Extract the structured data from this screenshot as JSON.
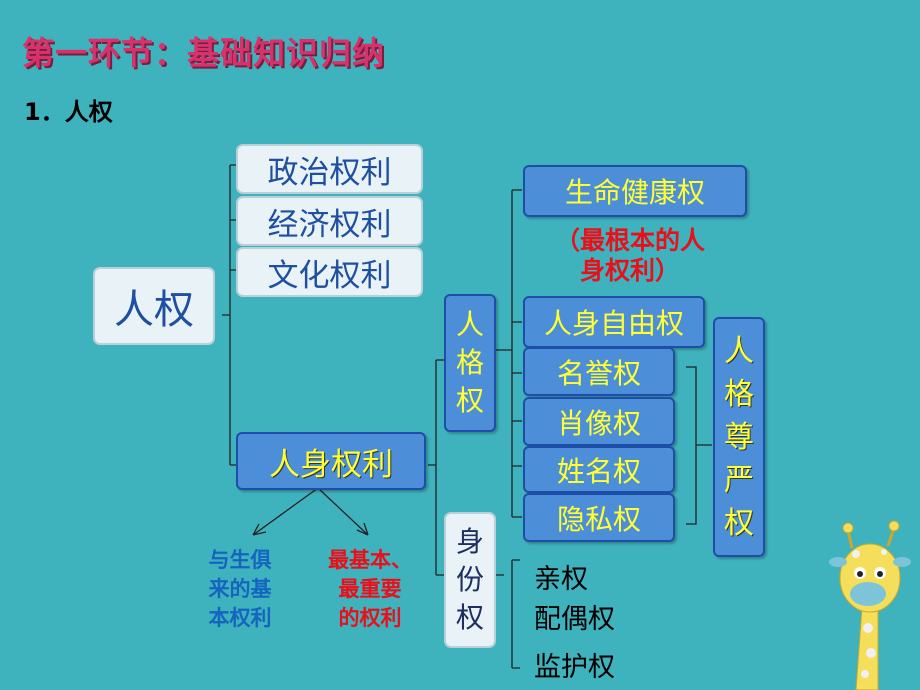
{
  "header": {
    "title": "第一环节：基础知识归纳",
    "subtitle": "1．人权"
  },
  "diagram": {
    "root": "人权",
    "rights": [
      "政治权利",
      "经济权利",
      "文化权利"
    ],
    "personal_rights": "人身权利",
    "personal_notes": {
      "left": [
        "与生俱",
        "来的基",
        "本权利"
      ],
      "right": [
        "最基本、",
        "最重要",
        "的权利"
      ]
    },
    "personality_right": [
      "人",
      "格",
      "权"
    ],
    "identity_right": [
      "身",
      "份",
      "权"
    ],
    "personality_items": [
      "生命健康权",
      "人身自由权",
      "名誉权",
      "肖像权",
      "姓名权",
      "隐私权"
    ],
    "life_note": [
      "（最根本的人",
      "身权利）"
    ],
    "dignity": [
      "人",
      "格",
      "尊",
      "严",
      "权"
    ],
    "identity_items": [
      "亲权",
      "配偶权",
      "监护权"
    ]
  },
  "colors": {
    "background": "#3fb3bd",
    "title": "#d6336c",
    "box_fill": "#4c8fd8",
    "box_text": "#ffff33",
    "note_blue": "#1565c0",
    "note_red": "#e8101a"
  }
}
